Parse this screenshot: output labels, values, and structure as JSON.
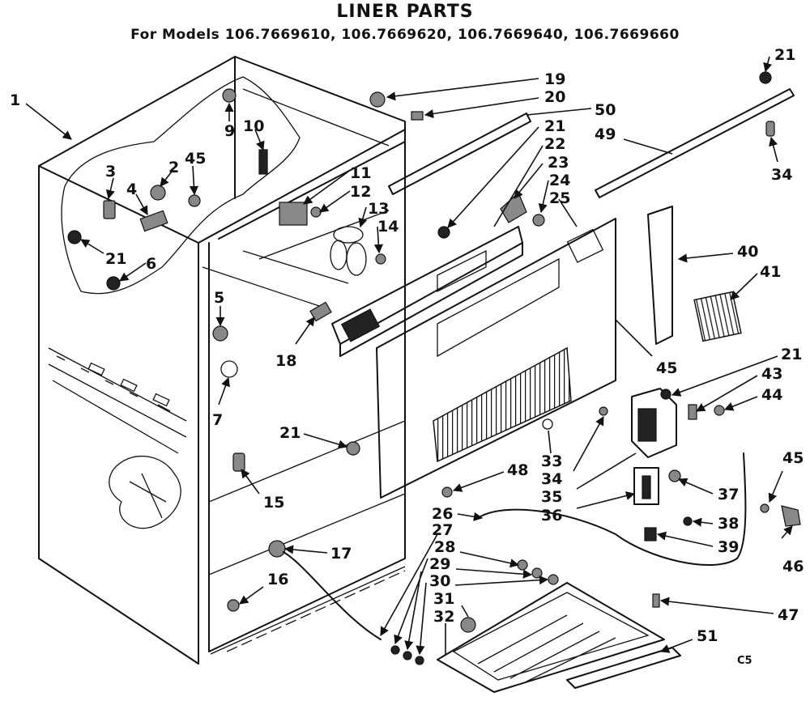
{
  "title": "LINER PARTS",
  "subtitle": "For Models 106.7669610, 106.7669620, 106.7669640, 106.7669660",
  "corner_code": "C5",
  "callouts": [
    {
      "id": "c1",
      "label": "1"
    },
    {
      "id": "c3",
      "label": "3"
    },
    {
      "id": "c2",
      "label": "2"
    },
    {
      "id": "c45a",
      "label": "45"
    },
    {
      "id": "c4",
      "label": "4"
    },
    {
      "id": "c9",
      "label": "9"
    },
    {
      "id": "c10",
      "label": "10"
    },
    {
      "id": "c21a",
      "label": "21"
    },
    {
      "id": "c6",
      "label": "6"
    },
    {
      "id": "c11",
      "label": "11"
    },
    {
      "id": "c12",
      "label": "12"
    },
    {
      "id": "c13",
      "label": "13"
    },
    {
      "id": "c14",
      "label": "14"
    },
    {
      "id": "c5",
      "label": "5"
    },
    {
      "id": "c7",
      "label": "7"
    },
    {
      "id": "c18",
      "label": "18"
    },
    {
      "id": "c19",
      "label": "19"
    },
    {
      "id": "c20",
      "label": "20"
    },
    {
      "id": "c50",
      "label": "50"
    },
    {
      "id": "c21b",
      "label": "21"
    },
    {
      "id": "c22",
      "label": "22"
    },
    {
      "id": "c23",
      "label": "23"
    },
    {
      "id": "c24",
      "label": "24"
    },
    {
      "id": "c25",
      "label": "25"
    },
    {
      "id": "c21c",
      "label": "21"
    },
    {
      "id": "c49",
      "label": "49"
    },
    {
      "id": "c34a",
      "label": "34"
    },
    {
      "id": "c40",
      "label": "40"
    },
    {
      "id": "c41",
      "label": "41"
    },
    {
      "id": "c45b",
      "label": "45"
    },
    {
      "id": "c21d",
      "label": "21"
    },
    {
      "id": "c43",
      "label": "43"
    },
    {
      "id": "c44",
      "label": "44"
    },
    {
      "id": "c21e",
      "label": "21"
    },
    {
      "id": "c15",
      "label": "15"
    },
    {
      "id": "c33",
      "label": "33"
    },
    {
      "id": "c34b",
      "label": "34"
    },
    {
      "id": "c35",
      "label": "35"
    },
    {
      "id": "c36",
      "label": "36"
    },
    {
      "id": "c48",
      "label": "48"
    },
    {
      "id": "c45c",
      "label": "45"
    },
    {
      "id": "c37",
      "label": "37"
    },
    {
      "id": "c26",
      "label": "26"
    },
    {
      "id": "c27",
      "label": "27"
    },
    {
      "id": "c17",
      "label": "17"
    },
    {
      "id": "c28",
      "label": "28"
    },
    {
      "id": "c29",
      "label": "29"
    },
    {
      "id": "c38",
      "label": "38"
    },
    {
      "id": "c39",
      "label": "39"
    },
    {
      "id": "c46",
      "label": "46"
    },
    {
      "id": "c30",
      "label": "30"
    },
    {
      "id": "c16",
      "label": "16"
    },
    {
      "id": "c31",
      "label": "31"
    },
    {
      "id": "c32",
      "label": "32"
    },
    {
      "id": "c47",
      "label": "47"
    },
    {
      "id": "c51",
      "label": "51"
    }
  ]
}
